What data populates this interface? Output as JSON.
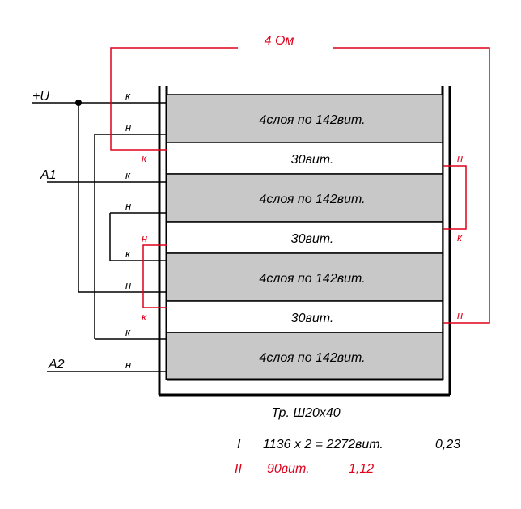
{
  "colors": {
    "black": "#000000",
    "red": "#e0001a",
    "winding_fill": "#c8c8c8",
    "background": "#ffffff"
  },
  "resistance_label": "4 Ом",
  "terminals_left": {
    "plus_u": "+U",
    "a1": "A1",
    "a2": "A2"
  },
  "windings": [
    {
      "text": "4слоя по 142вит.",
      "type": "primary"
    },
    {
      "text": "30вит.",
      "type": "secondary"
    },
    {
      "text": "4слоя по 142вит.",
      "type": "primary"
    },
    {
      "text": "30вит.",
      "type": "secondary"
    },
    {
      "text": "4слоя по 142вит.",
      "type": "primary"
    },
    {
      "text": "30вит.",
      "type": "secondary"
    },
    {
      "text": "4слоя по 142вит.",
      "type": "primary"
    }
  ],
  "left_marks": {
    "k1": "к",
    "n1": "н",
    "k_red1": "к",
    "k2": "к",
    "n2": "н",
    "n_red": "н",
    "k3": "к",
    "n3": "н",
    "k_red2": "к",
    "k4": "к",
    "n4": "н"
  },
  "right_marks": {
    "n1": "н",
    "k1": "к",
    "n2": "н"
  },
  "caption": {
    "transformer": "Тр. Ш20х40",
    "line1_roman": "I",
    "line1_formula": "1136 х 2 = 2272вит.",
    "line1_wire": "0,23",
    "line2_roman": "II",
    "line2_turns": "90вит.",
    "line2_wire": "1,12"
  }
}
